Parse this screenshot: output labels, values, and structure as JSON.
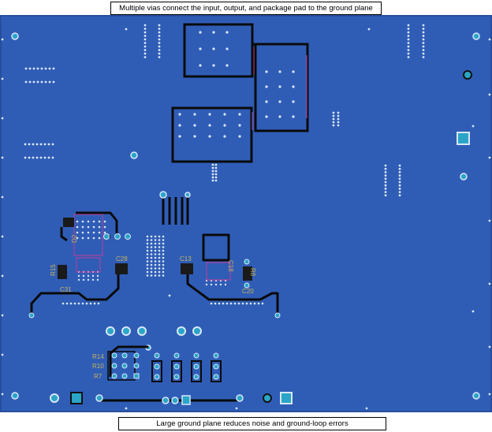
{
  "callouts": {
    "top": "Multiple vias connect the input, output, and package pad to the ground plane",
    "bottom": "Large ground plane reduces noise and ground-loop errors"
  },
  "designators": {
    "d2": "D2",
    "c28": "C28",
    "c13": "C13",
    "r15": "R15",
    "c31": "C31",
    "c18": "C18",
    "r8": "R8",
    "c20": "C20",
    "r14": "R14",
    "r10": "R10",
    "r7": "R7"
  },
  "colors": {
    "ground_plane": "#2f5db6",
    "board_border": "#1f3f86",
    "trace": "#0a0a0a",
    "via_ring": "#8fb0e0",
    "pad_cyan": "#2aa5c8",
    "silkscreen": "#c9b25a",
    "pad_outline": "#c23b9a"
  }
}
